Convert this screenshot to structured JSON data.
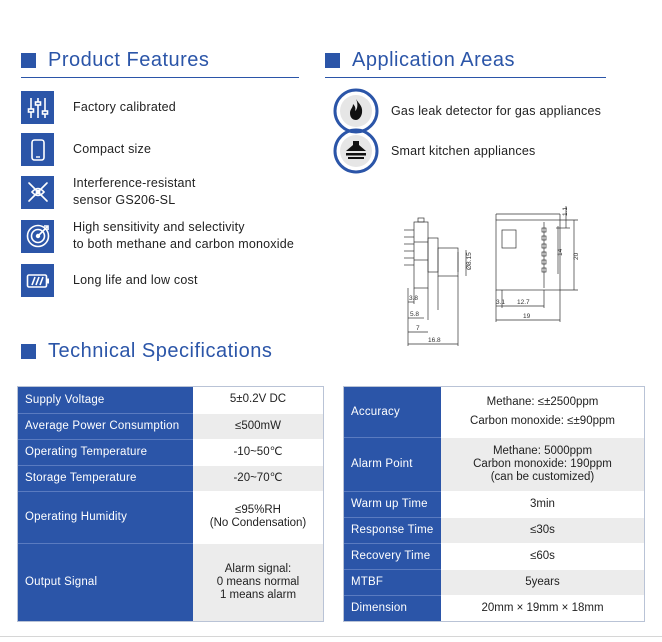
{
  "features_section": {
    "title": "Product Features",
    "items": [
      {
        "icon": "sliders-icon",
        "lines": [
          "Factory calibrated"
        ]
      },
      {
        "icon": "phone-icon",
        "lines": [
          "Compact size"
        ]
      },
      {
        "icon": "interference-icon",
        "lines": [
          "Interference-resistant",
          "sensor GS206-SL"
        ]
      },
      {
        "icon": "target-icon",
        "lines": [
          "High sensitivity and selectivity",
          "to both methane and carbon monoxide"
        ]
      },
      {
        "icon": "battery-icon",
        "lines": [
          "Long life and low cost"
        ]
      }
    ]
  },
  "application_section": {
    "title": "Application Areas",
    "items": [
      {
        "icon": "flame-icon",
        "text": "Gas leak detector for gas appliances"
      },
      {
        "icon": "range-hood-icon",
        "text": "Smart kitchen appliances"
      }
    ]
  },
  "drawing": {
    "labels": [
      "1.1",
      "14",
      "20",
      "Ø8.15",
      "3.1",
      "12.7",
      "19",
      "3.8",
      "5.8",
      "7",
      "16.8"
    ]
  },
  "tech_section": {
    "title": "Technical Specifications",
    "left_table": [
      {
        "key": "Supply Voltage",
        "value": [
          "5±0.2V DC"
        ]
      },
      {
        "key": "Average Power Consumption",
        "value": [
          "≤500mW"
        ]
      },
      {
        "key": "Operating Temperature",
        "value": [
          "-10~50℃"
        ]
      },
      {
        "key": "Storage Temperature",
        "value": [
          "-20~70℃"
        ]
      },
      {
        "key": "Operating Humidity",
        "value": [
          "≤95%RH",
          "(No Condensation)"
        ]
      },
      {
        "key": "Output Signal",
        "value": [
          "Alarm signal:",
          "0 means normal",
          "1 means alarm"
        ]
      }
    ],
    "right_table": [
      {
        "key": "Accuracy",
        "value": [
          "Methane: ≤±2500ppm",
          "Carbon monoxide: ≤±90ppm"
        ]
      },
      {
        "key": "Alarm Point",
        "value": [
          "Methane: 5000ppm",
          "Carbon monoxide: 190ppm",
          "(can be customized)"
        ]
      },
      {
        "key": "Warm up Time",
        "value": [
          "3min"
        ]
      },
      {
        "key": "Response Time",
        "value": [
          "≤30s"
        ]
      },
      {
        "key": "Recovery Time",
        "value": [
          "≤60s"
        ]
      },
      {
        "key": "MTBF",
        "value": [
          "5years"
        ]
      },
      {
        "key": "Dimension",
        "value": [
          "20mm × 19mm × 18mm"
        ]
      }
    ]
  },
  "colors": {
    "accent": "#2b55a8",
    "row_alt": "#ececec"
  }
}
